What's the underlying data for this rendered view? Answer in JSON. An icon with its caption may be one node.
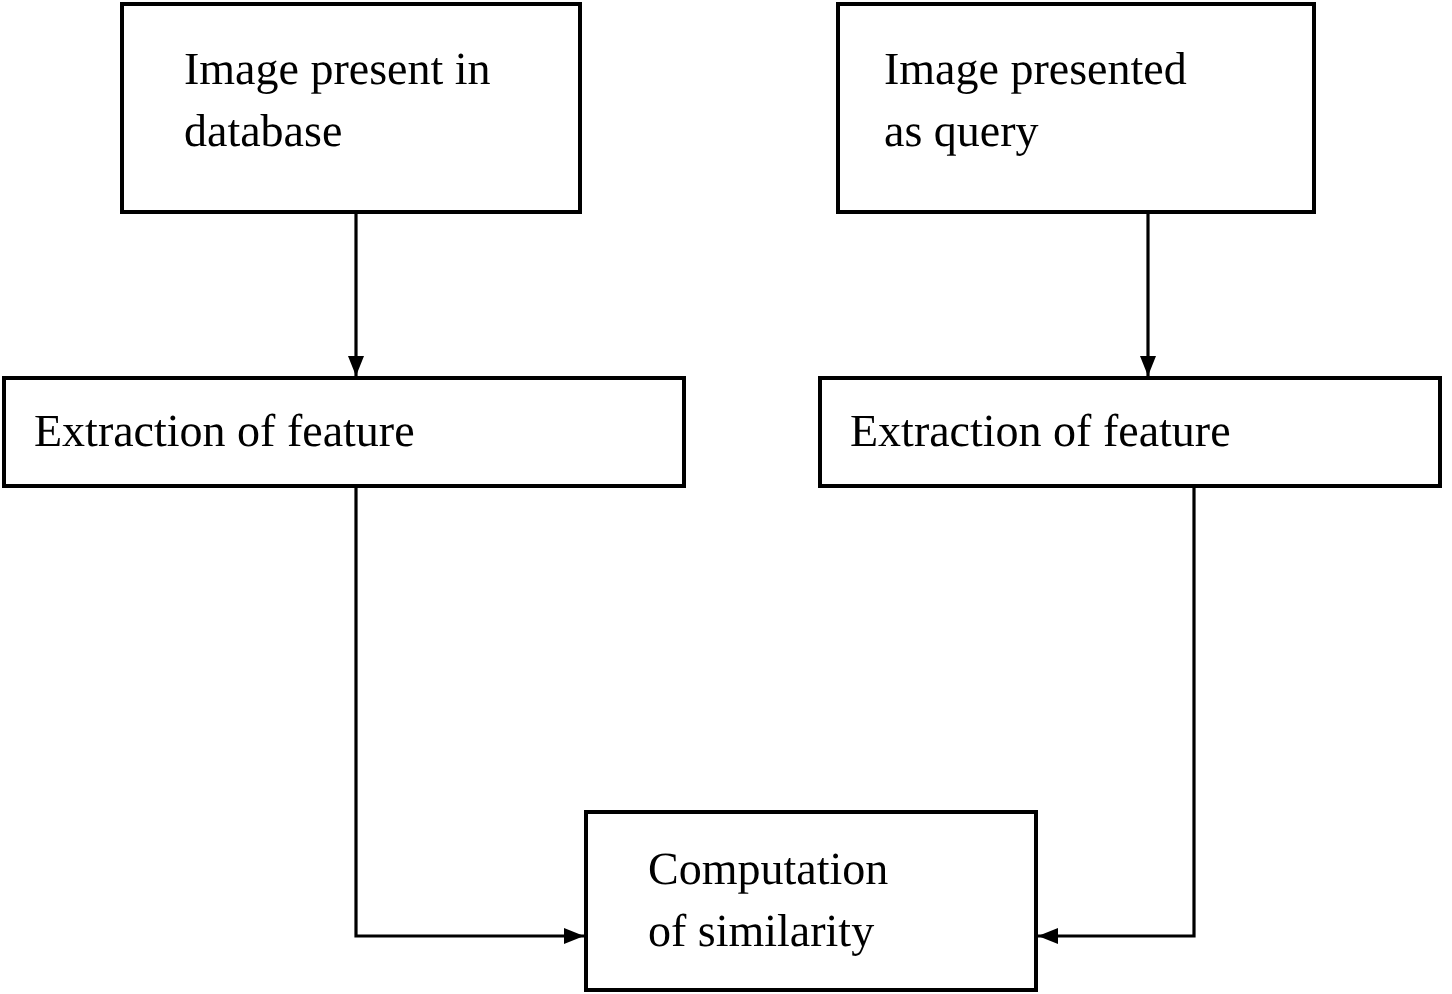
{
  "diagram": {
    "nodes": [
      {
        "text": [
          "Image present in database"
        ]
      },
      {
        "text": [
          "Image presented as query"
        ]
      },
      {
        "text": [
          "Extraction of feature"
        ]
      },
      {
        "text": [
          "Extraction of feature"
        ]
      },
      {
        "text": [
          "Computation of similarity"
        ]
      }
    ],
    "edges": [
      {
        "from": 0,
        "to": 2,
        "arrow": "to"
      },
      {
        "from": 1,
        "to": 3,
        "arrow": "to"
      },
      {
        "from": 2,
        "to": 4,
        "arrow": "to"
      },
      {
        "from": 3,
        "to": 4,
        "arrow": "to"
      }
    ]
  }
}
